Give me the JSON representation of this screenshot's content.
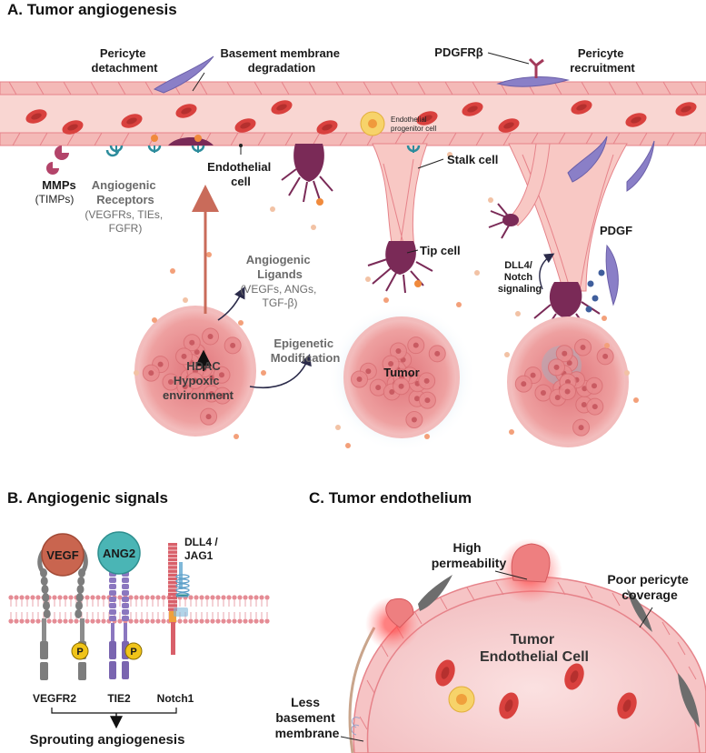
{
  "colors": {
    "vessel": "#f6c9c5",
    "vessel_edge": "#e6838a",
    "rbc": "#d9413e",
    "tumor": "#e58c8c",
    "tip_cell": "#7a2a57",
    "pericyte": "#8a7fc7",
    "vegf": "#c9654f",
    "ang2": "#4ab5b5",
    "tie2": "#8b77bf",
    "notch": "#d9606a",
    "membrane": "#e58c95",
    "dll4": "#7fb8d9",
    "phospho": "#f0c419"
  },
  "panel_a": {
    "title": "A.  Tumor angiogenesis",
    "pericyte_detachment": [
      "Pericyte",
      "detachment"
    ],
    "basement_membrane": [
      "Basement membrane",
      "degradation"
    ],
    "pdgfrb": "PDGFRβ",
    "pericyte_recruitment": [
      "Pericyte",
      "recruitment"
    ],
    "endothelial_progenitor": [
      "Endothelial",
      "progenitor cell"
    ],
    "mmps": "MMPs",
    "timps": "(TIMPs)",
    "angiogenic_receptors": [
      "Angiogenic",
      "Receptors"
    ],
    "receptors_list": [
      "(VEGFRs, TIEs,",
      "FGFR)"
    ],
    "endothelial_cell": [
      "Endothelial",
      "cell"
    ],
    "stalk_cell": "Stalk cell",
    "tip_cell": "Tip cell",
    "pdgf": "PDGF",
    "dll4_notch": [
      "DLL4/",
      "Notch",
      "signaling"
    ],
    "angiogenic_ligands": [
      "Angiogenic",
      "Ligands"
    ],
    "ligands_list": [
      "(VEGFs, ANGs,",
      "TGF-β)"
    ],
    "epigenetic": [
      "Epigenetic",
      "Modification"
    ],
    "hdac": "HDAC",
    "hypoxic": [
      "Hypoxic",
      "environment"
    ],
    "tumor": "Tumor"
  },
  "panel_b": {
    "title": "B.   Angiogenic signals",
    "vegf": "VEGF",
    "ang2": "ANG2",
    "dll4_jag1": [
      "DLL4 /",
      "JAG1"
    ],
    "phospho": "P",
    "vegfr2": "VEGFR2",
    "tie2": "TIE2",
    "notch1": "Notch1",
    "sprouting": "Sprouting angiogenesis"
  },
  "panel_c": {
    "title": "C.  Tumor endothelium",
    "high_permeability": [
      "High",
      "permeability"
    ],
    "poor_pericyte": [
      "Poor pericyte",
      "coverage"
    ],
    "tumor_endothelial": [
      "Tumor",
      "Endothelial Cell"
    ],
    "less_basement": [
      "Less",
      "basement",
      "membrane"
    ]
  }
}
